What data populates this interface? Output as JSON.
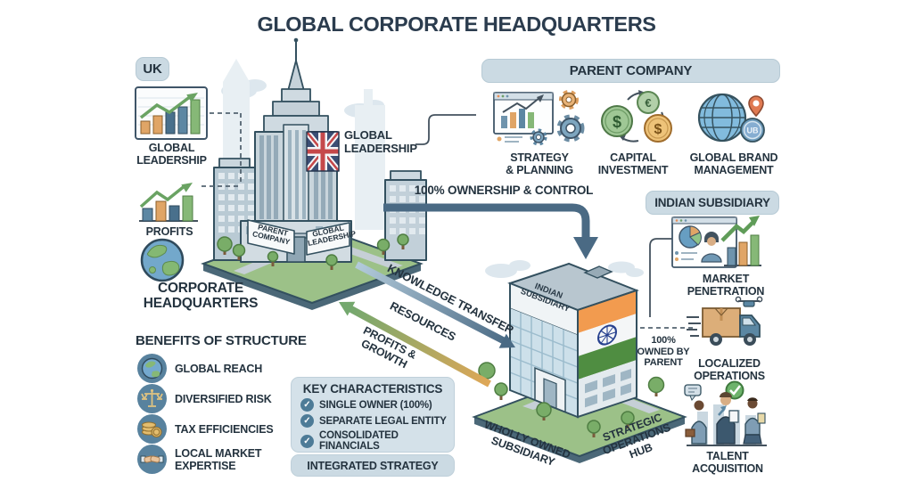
{
  "title": "GLOBAL CORPORATE HEADQUARTERS",
  "region_badge": "UK",
  "headquarters": {
    "leadership_caption": "GLOBAL\nLEADERSHIP",
    "profits_caption": "PROFITS",
    "name": "CORPORATE\nHEADQUARTERS",
    "tower_callout": "GLOBAL\nLEADERSHIP",
    "sign_parent": "PARENT\nCOMPANY",
    "sign_leadership": "GLOBAL\nLEADERSHIP"
  },
  "benefits": {
    "heading": "BENEFITS OF STRUCTURE",
    "items": [
      {
        "icon": "globe-icon",
        "label": "GLOBAL REACH"
      },
      {
        "icon": "scales-icon",
        "label": "DIVERSIFIED RISK"
      },
      {
        "icon": "coins-icon",
        "label": "TAX EFFICIENCIES"
      },
      {
        "icon": "handshake-icon",
        "label": "LOCAL MARKET\nEXPERTISE"
      }
    ]
  },
  "parent_company": {
    "header": "PARENT COMPANY",
    "items": [
      {
        "icon": "strategy-planning-icon",
        "label": "STRATEGY\n& PLANNING"
      },
      {
        "icon": "capital-investment-icon",
        "label": "CAPITAL\nINVESTMENT"
      },
      {
        "icon": "global-brand-icon",
        "label": "GLOBAL BRAND\nMANAGEMENT"
      }
    ]
  },
  "indian_subsidiary": {
    "header": "INDIAN SUBSIDIARY",
    "items": [
      {
        "icon": "market-penetration-icon",
        "label": "MARKET\nPENETRATION"
      },
      {
        "icon": "delivery-truck-icon",
        "label": "LOCALIZED\nOPERATIONS"
      },
      {
        "icon": "talent-acquisition-icon",
        "label": "TALENT\nACQUISITION"
      }
    ],
    "ownership_note": "100%\nOWNED BY\nPARENT",
    "building_sign": "INDIAN\nSUBSIDIARY",
    "caption_wholly": "WHOLLY OWNED\nSUBSIDIARY",
    "caption_strategic": "STRATEGIC\nOPERATIONS\nHUB"
  },
  "flows": {
    "ownership": "100% OWNERSHIP & CONTROL",
    "knowledge": "KNOWLEDGE TRANSFER",
    "resources": "RESOURCES",
    "profits_growth": "PROFITS &\nGROWTH"
  },
  "key_characteristics": {
    "heading": "KEY CHARACTERISTICS",
    "items": [
      "SINGLE OWNER (100%)",
      "SEPARATE LEGAL ENTITY",
      "CONSOLIDATED FINANCIALS"
    ],
    "footer": "INTEGRATED STRATEGY"
  },
  "icon_glyphs": {
    "check": "✓",
    "dollar": "$",
    "euro": "€",
    "brand_monogram": "UB"
  },
  "colors": {
    "heading_dark": "#2b3c4e",
    "pill_bg": "#cbdae3",
    "panel_bg": "#d4e1e9",
    "arrow_slate": "#4a6a84",
    "arrow_green": "#74a86e",
    "arrow_orange": "#dfa757",
    "flag_saffron": "#f29b4f",
    "flag_green": "#4f8d41",
    "check_circle": "#4d7b97"
  }
}
